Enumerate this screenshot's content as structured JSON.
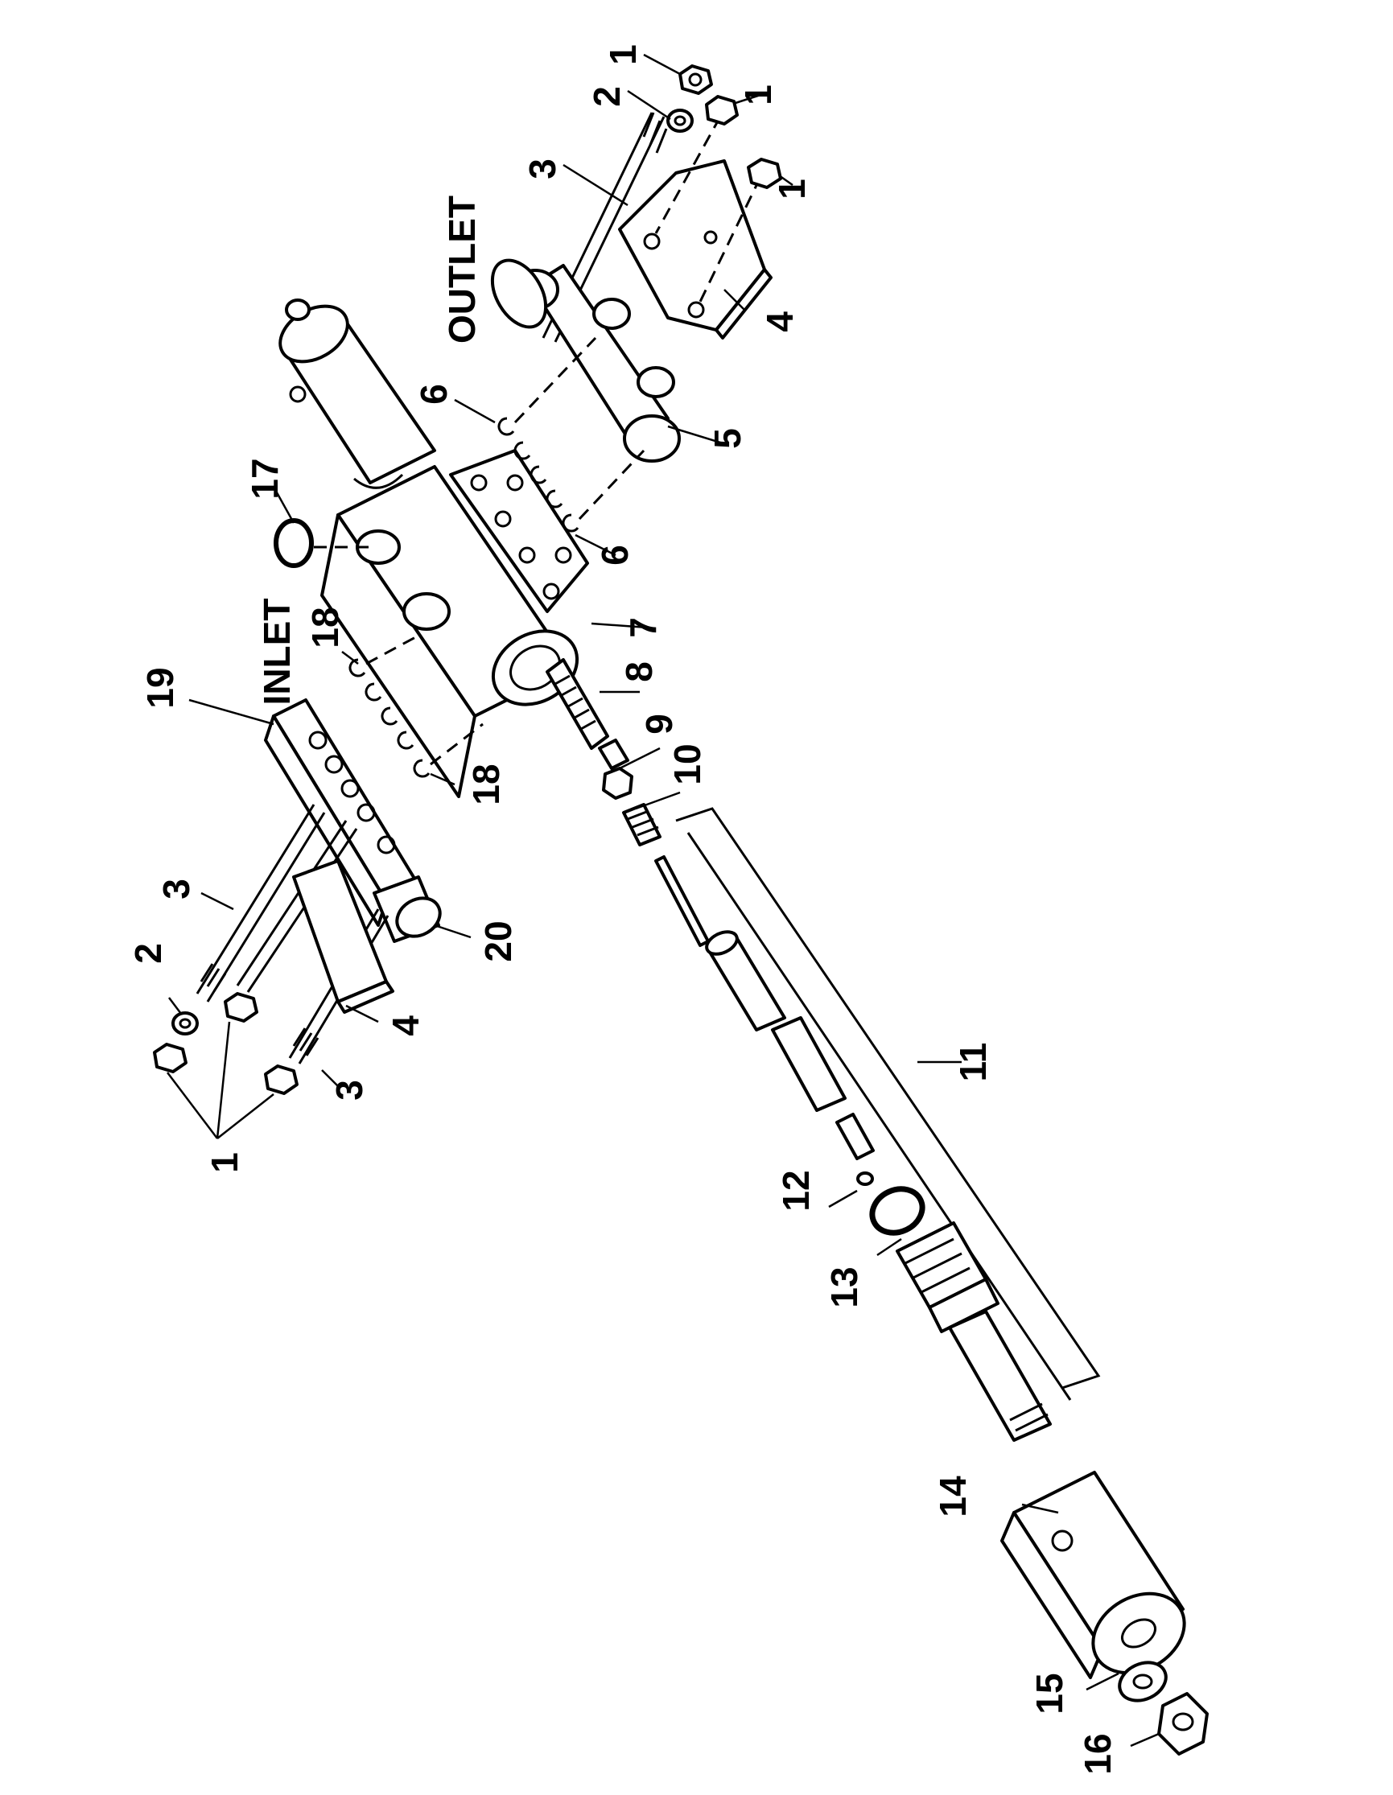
{
  "title": "",
  "port_labels": {
    "inlet": "INLET",
    "outlet": "OUTLET"
  },
  "callouts": [
    "1",
    "2",
    "3",
    "4",
    "5",
    "6",
    "7",
    "8",
    "9",
    "10",
    "11",
    "12",
    "13",
    "14",
    "15",
    "16",
    "17",
    "18",
    "19",
    "20"
  ],
  "callout_instances": {
    "n1_a": "1",
    "n1_b": "1",
    "n1_c": "1",
    "n1_d": "1",
    "n2_a": "2",
    "n2_b": "2",
    "n3_a": "3",
    "n3_b": "3",
    "n3_c": "3",
    "n4_a": "4",
    "n4_b": "4",
    "n5": "5",
    "n6_a": "6",
    "n6_b": "6",
    "n7": "7",
    "n8": "8",
    "n9": "9",
    "n10": "10",
    "n11": "11",
    "n12": "12",
    "n13": "13",
    "n14": "14",
    "n15": "15",
    "n16": "16",
    "n17": "17",
    "n18_a": "18",
    "n18_b": "18",
    "n19": "19",
    "n20": "20"
  }
}
